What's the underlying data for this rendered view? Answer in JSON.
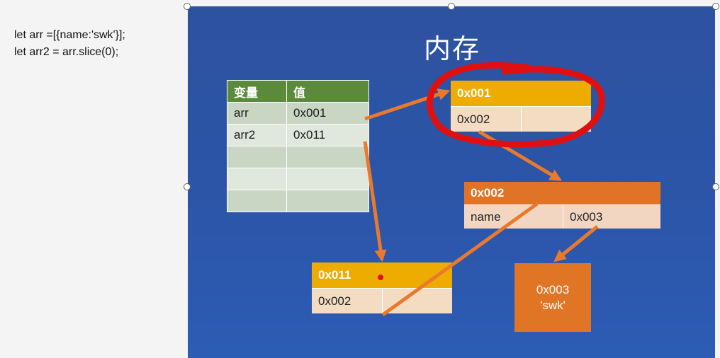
{
  "code": {
    "line1": "let arr =[{name:'swk'}];",
    "line2": "let arr2 = arr.slice(0);"
  },
  "slide": {
    "title": "内存",
    "variables_table": {
      "headers": [
        "变量",
        "值"
      ],
      "rows": [
        [
          "arr",
          "0x001"
        ],
        [
          "arr2",
          "0x011"
        ],
        [
          "",
          ""
        ],
        [
          "",
          ""
        ],
        [
          "",
          ""
        ]
      ]
    },
    "box_0x001": {
      "header": "0x001",
      "cell1": "0x002",
      "cell2": ""
    },
    "box_0x002": {
      "header": "0x002",
      "key": "name",
      "value": "0x003"
    },
    "box_0x011": {
      "header": "0x011",
      "cell1": "0x002",
      "cell2": ""
    },
    "value_0x003": {
      "address": "0x003",
      "value": "'swk'"
    }
  },
  "colors": {
    "slide_background": "#2d55a8",
    "table_header": "#5b8a3c",
    "yellow_header": "#eeac00",
    "orange": "#e07325",
    "arrow": "#e97a2d",
    "annotation_circle": "#e01010"
  }
}
